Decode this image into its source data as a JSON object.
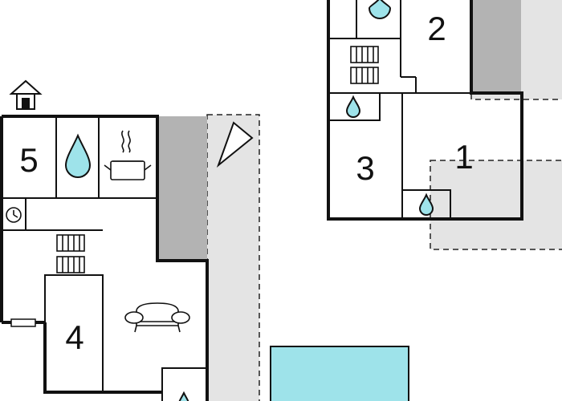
{
  "plan": {
    "rooms": [
      {
        "id": "room-1",
        "label": "1"
      },
      {
        "id": "room-2",
        "label": "2"
      },
      {
        "id": "room-3",
        "label": "3"
      },
      {
        "id": "room-4",
        "label": "4"
      },
      {
        "id": "room-5",
        "label": "5"
      }
    ],
    "icons": [
      "house-entrance-icon",
      "water-drop-icon",
      "cooking-pot-icon",
      "clock-icon",
      "radiator-icon",
      "armchair-icon",
      "north-arrow-icon",
      "stairs-icon"
    ],
    "colors": {
      "wall": "#111111",
      "terrace": "#e4e4e4",
      "shade": "#b3b3b3",
      "pool": "#9ee3ea",
      "water": "#9ee3ea"
    }
  }
}
